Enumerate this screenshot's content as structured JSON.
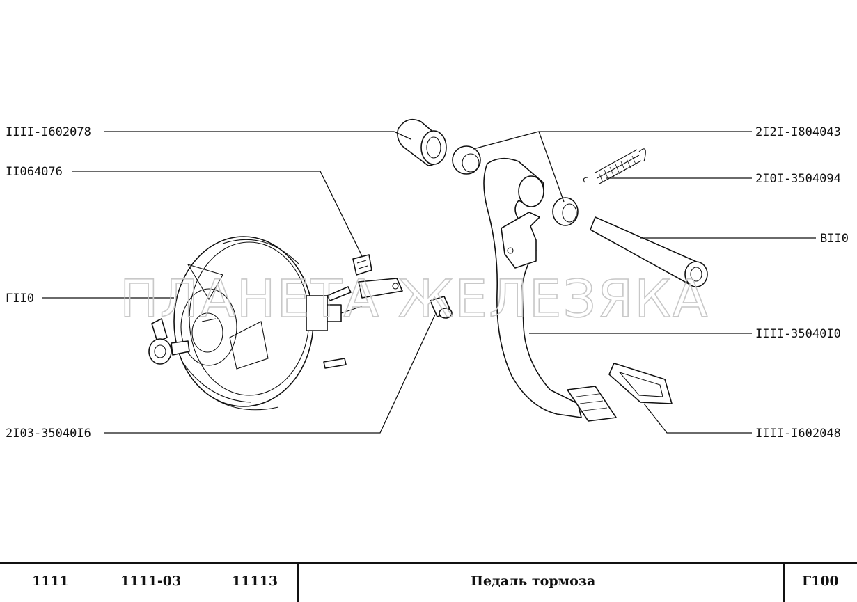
{
  "watermark": "ПЛАНЕТА ЖЕЛЕЗЯКА",
  "callouts": {
    "bushing_top_left": "IIII-I602078",
    "clip": "II064076",
    "booster": "ГII0",
    "pin": "2I03-35040I6",
    "bushing_pair": "2I2I-I804043",
    "spring": "2I0I-3504094",
    "axle": "BII0",
    "pedal": "IIII-35040I0",
    "pad": "IIII-I602048"
  },
  "footer": {
    "models": [
      "1111",
      "1111-03",
      "11113"
    ],
    "title": "Педаль тормоза",
    "code": "Г100"
  }
}
